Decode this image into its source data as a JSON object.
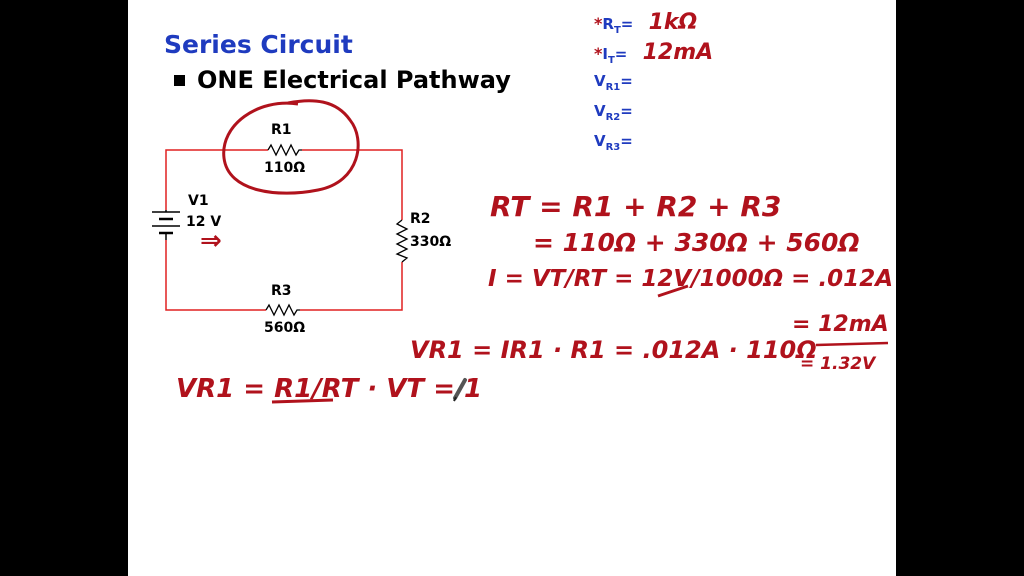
{
  "slide": {
    "title": "Series Circuit",
    "bullet": "ONE Electrical Pathway"
  },
  "given": [
    {
      "star": "*",
      "symbol": "R",
      "sub": "T",
      "eq": "=",
      "value": "1kΩ"
    },
    {
      "star": "*",
      "symbol": "I",
      "sub": "T",
      "eq": "=",
      "value": "12mA"
    },
    {
      "star": "",
      "symbol": "V",
      "sub": "R1",
      "eq": "=",
      "value": ""
    },
    {
      "star": "",
      "symbol": "V",
      "sub": "R2",
      "eq": "=",
      "value": ""
    },
    {
      "star": "",
      "symbol": "V",
      "sub": "R3",
      "eq": "=",
      "value": ""
    }
  ],
  "circuit": {
    "r1": {
      "name": "R1",
      "value": "110Ω"
    },
    "r2": {
      "name": "R2",
      "value": "330Ω"
    },
    "r3": {
      "name": "R3",
      "value": "560Ω"
    },
    "v1": {
      "name": "V1",
      "value": "12 V"
    }
  },
  "handwriting": {
    "rt_line1": "RT = R1 + R2 + R3",
    "rt_line2": "= 110Ω + 330Ω + 560Ω",
    "i_line": "I = VT/RT = 12V/1000Ω = .012A",
    "i_result": "= 12mA",
    "vr1_line": "VR1 = IR1 · R1 = .012A · 110Ω",
    "vr1_result": "= 1.32V",
    "divider_line": "VR1 = R1/RT · VT = 1",
    "arrow": "⇒"
  },
  "colors": {
    "title": "#1f3bbf",
    "ink": "#b0121c",
    "wire": "#e02020"
  }
}
